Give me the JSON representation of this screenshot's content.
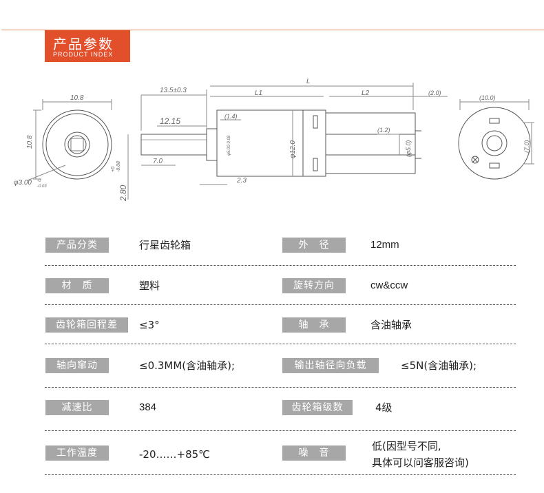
{
  "header": {
    "title_cn": "产品参数",
    "title_en": "PRODUCT  INDEX"
  },
  "drawing": {
    "front": {
      "width": "10.8",
      "height": "10.8",
      "shaft_dia": "φ3.00",
      "shaft_tol_upper": "-0",
      "shaft_tol_lower": "-0.03"
    },
    "side": {
      "total_length": "L",
      "l1": "L1",
      "l2": "L2",
      "shaft_len": "13.5±0.3",
      "shaft_len2": "12.15",
      "flat_len": "7.0",
      "flat_height": "2.80",
      "flat_tol_upper": "+0",
      "flat_tol_lower": "-0.08",
      "boss_len": "(1.4)",
      "boss_dia": "φ5.0",
      "boss_mark": "φ5.00-0.08",
      "body_dia": "φ12.0",
      "boss_step": "2.3",
      "term_offset": "(1.2)",
      "term_dia": "(φ5.0)",
      "term_len": "(2.0)"
    },
    "rear": {
      "width": "(10.0)",
      "height": "(7.0)"
    }
  },
  "specs": [
    {
      "label": "产品分类",
      "value": "行星齿轮箱",
      "label2": "外　径",
      "value2": "12mm"
    },
    {
      "label": "材　质",
      "value": "塑料",
      "label2": "旋转方向",
      "value2": "cw&ccw"
    },
    {
      "label": "齿轮箱回程差",
      "value": "≤3°",
      "label2": "轴　承",
      "value2": "含油轴承"
    },
    {
      "label": "轴向窜动",
      "value": "≤0.3MM(含油轴承);",
      "label2": "输出轴径向负载",
      "value2": "≤5N(含油轴承);"
    },
    {
      "label": "减速比",
      "value": "384",
      "label2": "齿轮箱级数",
      "value2": "4级"
    },
    {
      "label": "工作温度",
      "value": "-20……+85℃",
      "label2": "噪　音",
      "value2_line1": "低(因型号不同,",
      "value2_line2": "具体可以问客服咨询)"
    }
  ]
}
